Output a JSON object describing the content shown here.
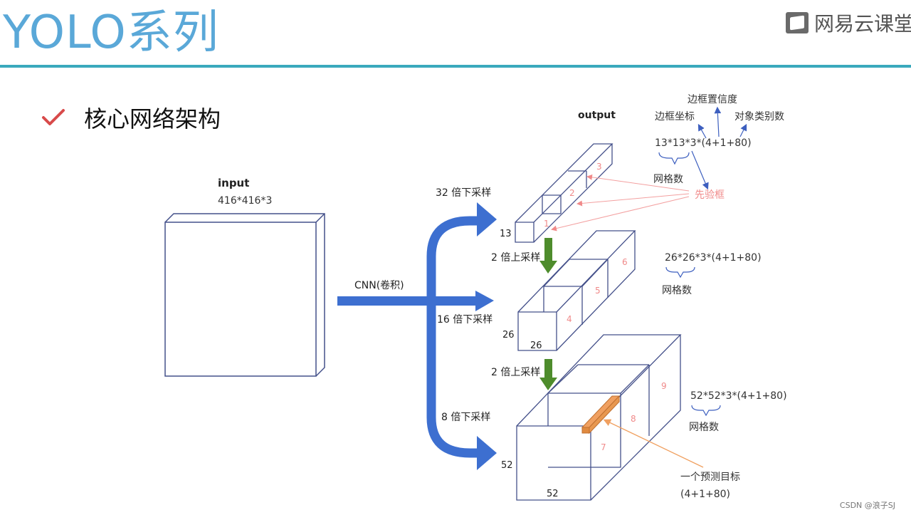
{
  "header": {
    "title": "YOLO系列",
    "brand": "网易云课堂"
  },
  "section": {
    "title": "核心网络架构"
  },
  "diagram": {
    "input": {
      "label": "input",
      "dims": "416*416*3"
    },
    "cnn_label": "CNN(卷积)",
    "output_label": "output",
    "downsample": {
      "d32": "32 倍下采样",
      "d16": "16 倍下采样",
      "d8": "8 倍下采样"
    },
    "upsample": {
      "u1": "2 倍上采样",
      "u2": "2 倍上采样"
    },
    "grid_sizes": {
      "g13": "13",
      "g26a": "26",
      "g26b": "26",
      "g52a": "52",
      "g52b": "52"
    },
    "cells": [
      "1",
      "2",
      "3",
      "4",
      "5",
      "6",
      "7",
      "8",
      "9"
    ],
    "annotations": {
      "box_conf": "边框置信度",
      "box_coord": "边框坐标",
      "class_num": "对象类别数",
      "formula13": "13*13*3*(4+1+80)",
      "grid_num1": "网格数",
      "anchor": "先验框",
      "formula26": "26*26*3*(4+1+80)",
      "grid_num2": "网格数",
      "formula52": "52*52*3*(4+1+80)",
      "grid_num3": "网格数",
      "pred_target": "一个预测目标",
      "pred_formula": "(4+1+80)"
    }
  },
  "watermark": "CSDN @浪子SJ",
  "colors": {
    "title": "#5aa8d8",
    "rule": "#3aa9bd",
    "arrow_blue": "#3d6fd0",
    "arrow_green": "#4e8c2c",
    "box_line": "#44508a",
    "anchor_pink": "#f08a8a",
    "highlight": "#f0a060"
  }
}
